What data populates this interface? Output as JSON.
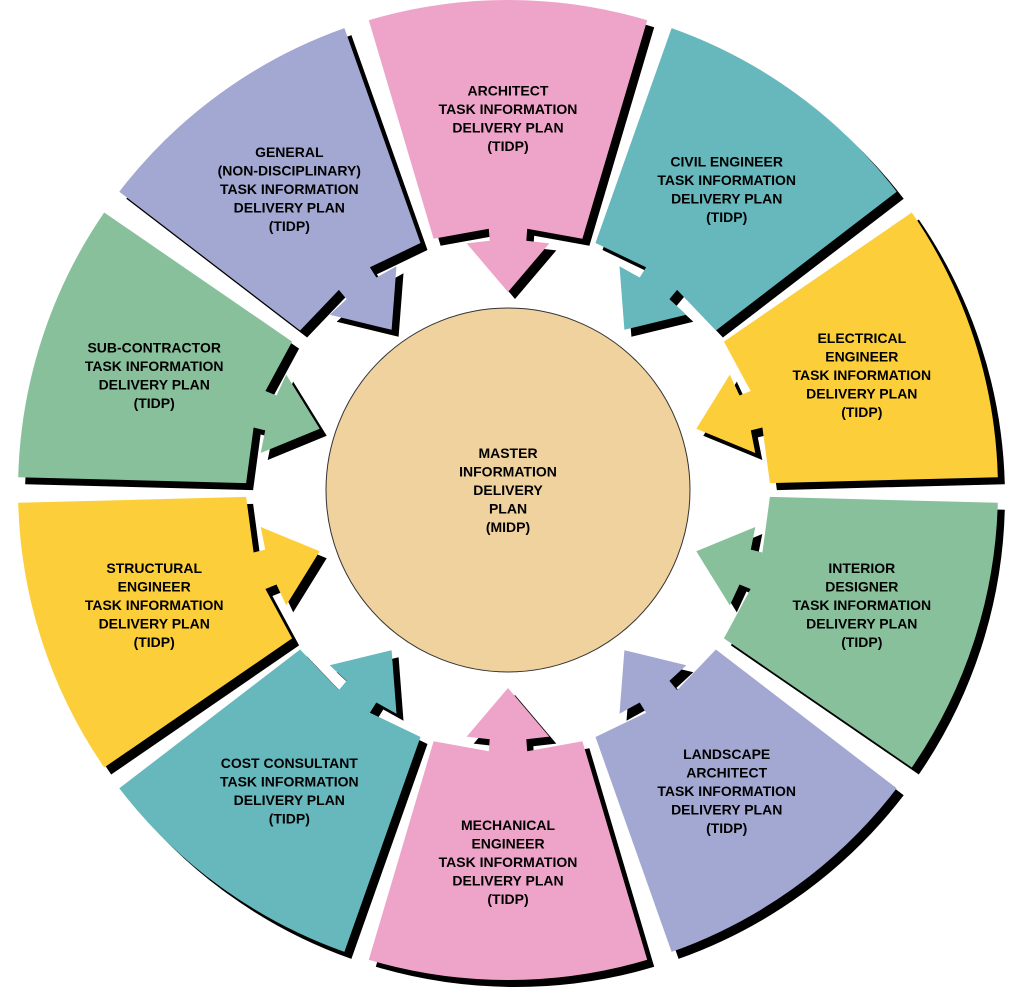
{
  "center": {
    "lines": [
      "MASTER",
      "INFORMATION",
      "DELIVERY",
      "PLAN",
      "(MIDP)"
    ],
    "color": "#EFD29E"
  },
  "segments": [
    {
      "id": "architect",
      "lines": [
        "ARCHITECT",
        "TASK INFORMATION",
        "DELIVERY PLAN",
        "(TIDP)"
      ],
      "color": "#EEA3C8"
    },
    {
      "id": "civil-engineer",
      "lines": [
        "CIVIL ENGINEER",
        "TASK INFORMATION",
        "DELIVERY PLAN",
        "(TIDP)"
      ],
      "color": "#66B8BD"
    },
    {
      "id": "electrical-engineer",
      "lines": [
        "ELECTRICAL",
        "ENGINEER",
        "TASK INFORMATION",
        "DELIVERY PLAN",
        "(TIDP)"
      ],
      "color": "#FCCF3A"
    },
    {
      "id": "interior-designer",
      "lines": [
        "INTERIOR",
        "DESIGNER",
        "TASK INFORMATION",
        "DELIVERY PLAN",
        "(TIDP)"
      ],
      "color": "#88C09C"
    },
    {
      "id": "landscape-architect",
      "lines": [
        "LANDSCAPE",
        "ARCHITECT",
        "TASK INFORMATION",
        "DELIVERY PLAN",
        "(TIDP)"
      ],
      "color": "#A3A8D3"
    },
    {
      "id": "mechanical-engineer",
      "lines": [
        "MECHANICAL",
        "ENGINEER",
        "TASK INFORMATION",
        "DELIVERY PLAN",
        "(TIDP)"
      ],
      "color": "#EEA3C8"
    },
    {
      "id": "cost-consultant",
      "lines": [
        "COST CONSULTANT",
        "TASK INFORMATION",
        "DELIVERY PLAN",
        "(TIDP)"
      ],
      "color": "#66B8BD"
    },
    {
      "id": "structural-engineer",
      "lines": [
        "STRUCTURAL",
        "ENGINEER",
        "TASK INFORMATION",
        "DELIVERY PLAN",
        "(TIDP)"
      ],
      "color": "#FCCF3A"
    },
    {
      "id": "sub-contractor",
      "lines": [
        "SUB-CONTRACTOR",
        "TASK INFORMATION",
        "DELIVERY PLAN",
        "(TIDP)"
      ],
      "color": "#88C09C"
    },
    {
      "id": "general",
      "lines": [
        "GENERAL",
        "(NON-DISCIPLINARY)",
        "TASK INFORMATION",
        "DELIVERY PLAN",
        "(TIDP)"
      ],
      "color": "#A3A8D3"
    }
  ],
  "shadow_color": "#000000"
}
